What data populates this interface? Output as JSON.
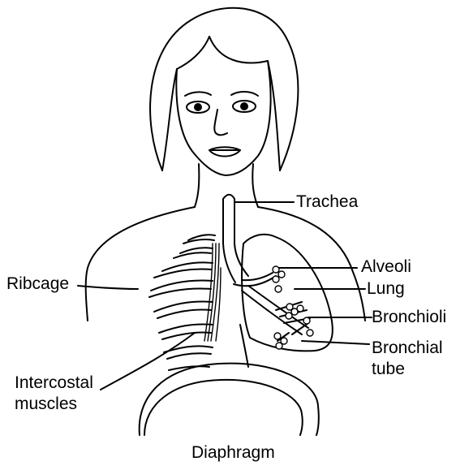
{
  "labels": {
    "trachea": "Trachea",
    "alveoli": "Alveoli",
    "lung": "Lung",
    "ribcage": "Ribcage",
    "bronchioli": "Bronchioli",
    "bronchial_line1": "Bronchial",
    "bronchial_line2": "tube",
    "intercostal_line1": "Intercostal",
    "intercostal_line2": "muscles",
    "diaphragm": "Diaphragm"
  }
}
